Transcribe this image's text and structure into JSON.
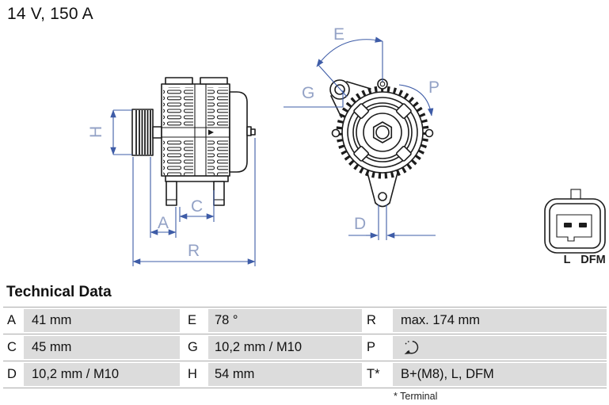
{
  "title": "14 V, 150 A",
  "colors": {
    "dimension-blue": "#3e5ca7",
    "label-blue": "#93a2c6",
    "outline-dark": "#1c1c1c",
    "table-gray": "#dcdcdc",
    "line-gray": "#ababab",
    "text-dark": "#111111"
  },
  "diagram": {
    "side_view_labels": {
      "H": "H",
      "A": "A",
      "C": "C",
      "R": "R"
    },
    "front_view_labels": {
      "E": "E",
      "G": "G",
      "P": "P",
      "D": "D"
    },
    "connector": {
      "terminal_left": "L",
      "terminal_right": "DFM"
    }
  },
  "table": {
    "heading": "Technical Data",
    "rows": [
      {
        "c1k": "A",
        "c1v": "41 mm",
        "c2k": "E",
        "c2v": "78 °",
        "c3k": "R",
        "c3v": "max. 174 mm"
      },
      {
        "c1k": "C",
        "c1v": "45 mm",
        "c2k": "G",
        "c2v": "10,2 mm / M10",
        "c3k": "P",
        "c3v": ""
      },
      {
        "c1k": "D",
        "c1v": "10,2 mm / M10",
        "c2k": "H",
        "c2v": "54 mm",
        "c3k": "T*",
        "c3v": "B+(M8), L, DFM"
      }
    ],
    "rotation_icon": "rotation-direction-clockwise-icon",
    "footnote": "* Terminal"
  }
}
